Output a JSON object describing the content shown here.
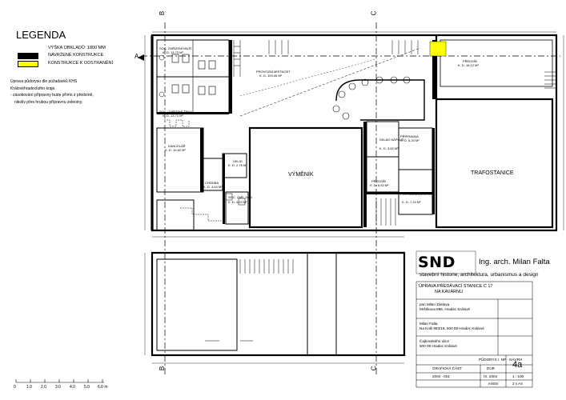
{
  "legend": {
    "title": "LEGENDA",
    "items": [
      {
        "label": "VÝŠKA OBKLADŮ: 1800 MM",
        "color": ""
      },
      {
        "label": "NAVRŽENÉ KONSTRUKCE",
        "color": "#000000"
      },
      {
        "label": "KONSTRUKCE K ODSTRANĚNÍ",
        "color": "#ffff00"
      }
    ]
  },
  "note": [
    "Úprava půdorysu dle požadavků KHS",
    "Královéhradeckého kraje.",
    "- zásobování přípravny bude přímo z předsíně,",
    "  nikoliv přes hrubou přípravnu zeleniny."
  ],
  "rooms": {
    "vymenik": "VÝMĚNÍK",
    "trafostanice": "TRAFOSTANICE",
    "kancelar": "KANCELÁŘ",
    "kancelar_kd": "K. D.  10,60 M²",
    "soc_zarizeni_muzi": "SOC. ZAŘÍZENÍ MUŽI",
    "soc_zarizeni_muzi_kd": "K. D.  13,73 M²",
    "soc_zarizeni_zeny": "SOC. ZAŘÍZENÍ ŽENY",
    "soc_zarizeni_zeny_kd": "K. D.  13,73 M²",
    "provozni": "PROVOZNÍ MÍSTNOST",
    "provozni_kd": "K. D.  109,05 M²",
    "predsin": "PŘEDSÍŇ",
    "predsin_kd": "K. D.  16,12 M²",
    "priprava": "PŘÍPRAVNA",
    "priprava_kd": "K. D.  6,20 M²",
    "sklad": "SKLAD NÁPOJŮ",
    "sklad_kd": "K. D.  3,60 M²",
    "predsin2": "PŘEDSÍŇ",
    "predsin2_kd": "K. D.  6,52 M²",
    "priprava_zeleniny": "PŘÍPRAVNA ZELENINY",
    "priprava_zeleniny_kd": "K. D.  7,10 M²",
    "uklid": "ÚKLID",
    "uklid_kd": "K. D.  2,76 M²",
    "chodba": "CHODBA",
    "chodba_kd": "K. D.  4,63 M²",
    "soc_zar_zam": "SOC. ZAŘ. ZAM.",
    "soc_zar_zam_kd": "K. D.  4,20 M²"
  },
  "section_marks": {
    "a": "A",
    "b": "B",
    "c": "C"
  },
  "scale_bar": {
    "ticks": [
      "0",
      "1.0",
      "2.0",
      "3.0",
      "4.0",
      "5.0",
      "6.0 m"
    ]
  },
  "title_block": {
    "logo": "SND",
    "firm": "Ing. arch. Milan Falta",
    "firm_sub": "stavební historie, architektura, urbanismus a design",
    "project_line1": "ÚPRAVA PŘEDÁVACÍ STANICE C 17",
    "project_line2": "NA KAVÁRNU",
    "investor1": "pan Milan Záslava",
    "investor2": "Mrštíkova 886, Hradec Králové",
    "architect1": "Milan Falta",
    "architect2": "Na Kotli 993/18, 500 09 Hradec Králové",
    "site1": "Čajkovského ulice",
    "site2": "500 09 Hradec Králové",
    "drawing": "PŮDORYS I. NP - NÁVRH",
    "part": "GRAFICKÁ ČÁST",
    "stage": "DUR",
    "sheet_no": "4a",
    "job_no": "2004 - 001",
    "date": "IX. 2004",
    "scale": "1 : 100",
    "format": "2 x A4",
    "place": "místní"
  }
}
